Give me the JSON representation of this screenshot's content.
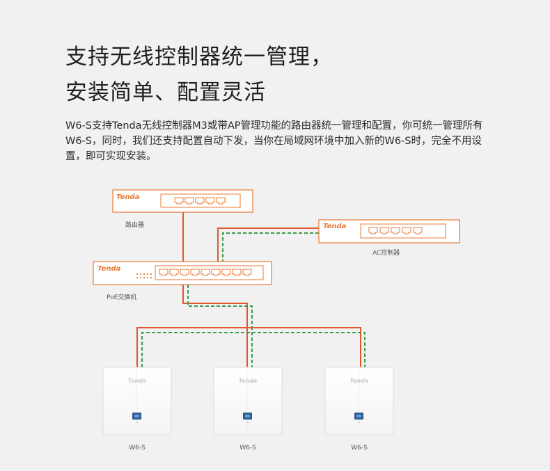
{
  "heading": {
    "line1": "支持无线控制器统一管理，",
    "line2": "安装简单、配置灵活"
  },
  "description": "W6-S支持Tenda无线控制器M3或带AP管理功能的路由器统一管理和配置，你可统一管理所有W6-S，同时，我们还支持配置自动下发，当你在局域网环境中加入新的W6-S时，完全不用设置，即可实现安装。",
  "diagram": {
    "brand": "Tenda",
    "router_label": "路由器",
    "ac_label": "AC控制器",
    "poe_label": "PoE交换机",
    "ap_labels": [
      "W6-S",
      "W6-S",
      "W6-S"
    ]
  },
  "colors": {
    "accent_orange": "#e87a35",
    "line_orange": "#e2582a",
    "line_green": "#3a9a4a",
    "background": "#f1f1f1"
  }
}
